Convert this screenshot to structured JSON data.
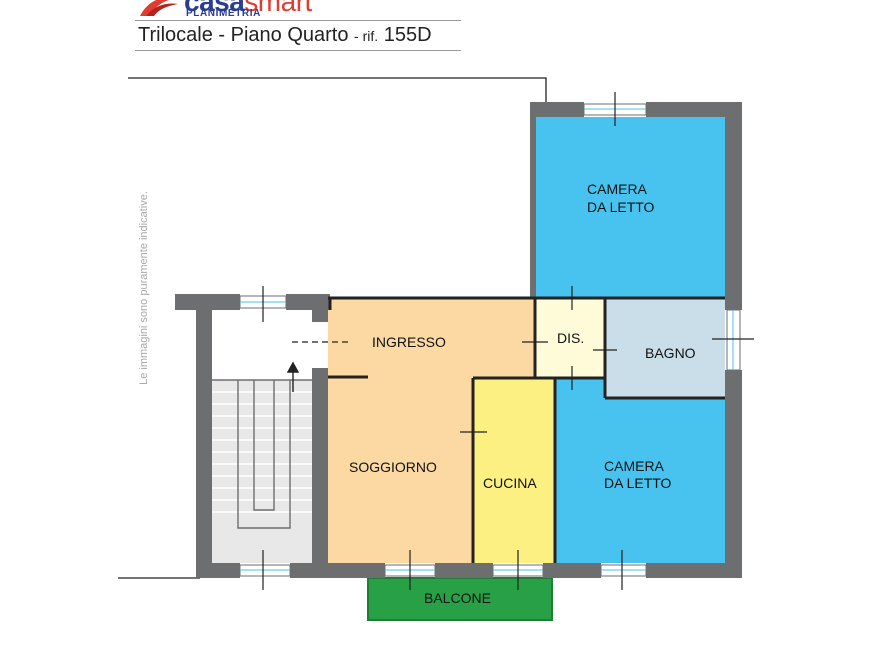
{
  "brand": {
    "logo_prefix": "casa",
    "logo_suffix": "smart",
    "subtitle": "PLANIMETRIA"
  },
  "header": {
    "title_main": "Trilocale - Piano Quarto",
    "ref_prefix": "- rif.",
    "ref_code": "155D"
  },
  "disclaimer": "Le immagini sono puramente indicative.",
  "rooms": {
    "camera_top_line1": "CAMERA",
    "camera_top_line2": "DA LETTO",
    "camera_bottom_line1": "CAMERA",
    "camera_bottom_line2": "DA LETTO",
    "ingresso": "INGRESSO",
    "soggiorno": "SOGGIORNO",
    "cucina": "CUCINA",
    "dis": "DIS.",
    "bagno": "BAGNO",
    "balcone": "BALCONE"
  },
  "colors": {
    "bedroom": "#48c3ef",
    "living": "#fcd9a3",
    "kitchen": "#fbf081",
    "corridor": "#fdfbd8",
    "bathroom": "#c9dee8",
    "balcony": "#27a046",
    "stair": "#e8e8e8",
    "wall": "#6d6e70",
    "brand_blue": "#2a3d8f",
    "brand_red": "#e03c31"
  }
}
